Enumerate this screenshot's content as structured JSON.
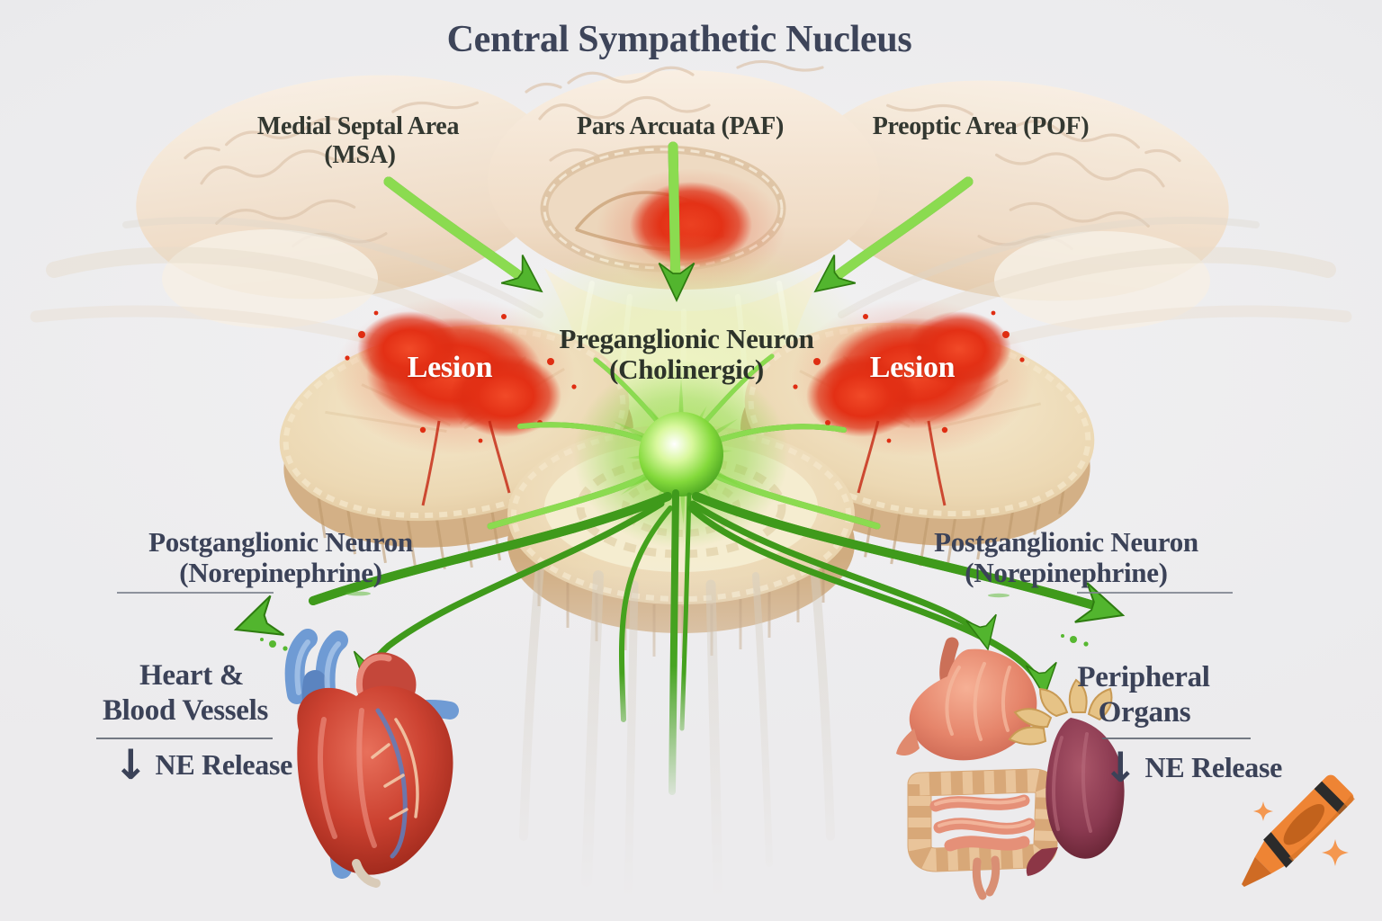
{
  "title": "Central Sympathetic Nucleus",
  "regions": {
    "msa_line1": "Medial Septal Area",
    "msa_line2": "(MSA)",
    "paf": "Pars Arcuata (PAF)",
    "pof": "Preoptic Area (POF)"
  },
  "central": {
    "preganglionic_line1": "Preganglionic Neuron",
    "preganglionic_line2": "(Cholinergic)",
    "lesion_left": "Lesion",
    "lesion_right": "Lesion"
  },
  "left_pathway": {
    "neuron_line1": "Postganglionic Neuron",
    "neuron_line2": "(Norepinephrine)",
    "target_line1": "Heart &",
    "target_line2": "Blood Vessels",
    "effect_arrow": "↓",
    "effect": "NE Release"
  },
  "right_pathway": {
    "neuron_line1": "Postganglionic Neuron",
    "neuron_line2": "(Norepinephrine)",
    "target_line1": "Peripheral",
    "target_line2": "Organs",
    "effect_arrow": "↓",
    "effect": "NE Release"
  },
  "icons": [
    "crayon-icon",
    "sparkle-icon"
  ],
  "colors": {
    "background": "#ebebed",
    "label_navy": "#3b4258",
    "label_dark": "#333831",
    "lesion_red": "#e23118",
    "pathway_green": "#52b52e",
    "brain_cream": "#f2e3cf",
    "heart_red": "#c03a2b",
    "vessel_blue": "#6f9bd4",
    "crayon_orange": "#ee8434"
  }
}
